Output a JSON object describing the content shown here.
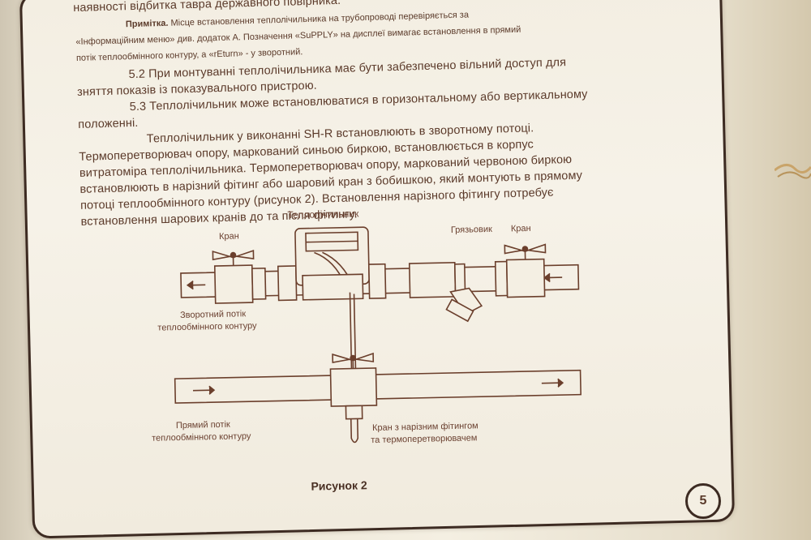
{
  "text": {
    "line1": "наявності відбитка тавра державного повірника.",
    "note_label": "Примітка.",
    "note_line1": "Місце встановлення теплолічильника на трубопроводі перевіряється за",
    "note_line2": "«Інформаційним меню» див. додаток А. Позначення «SuPPLY» на дисплеї вимагає встановлення в прямий",
    "note_line3": "потік теплообмінного контуру, а «rEturn» - у зворотний.",
    "p52_line1": "5.2  При монтуванні теплолічильника має бути забезпечено вільний доступ для",
    "p52_line2": "зняття показів із показувального пристрою.",
    "p53_line1": "5.3  Теплолічильник може встановлюватися в горизонтальному або вертикальному",
    "p53_line2": "положенні.",
    "body_line1": "Теплолічильник у виконанні SH-R встановлюють в зворотному потоці.",
    "body_line2": "Термоперетворювач опору, маркований синьою биркою, встановлюється в корпус",
    "body_line3": "витратоміра теплолічильника. Термоперетворювач опору, маркований червоною биркою",
    "body_line4": "встановлюють в нарізний фітинг або шаровий кран з бобишкою, який монтують в прямому",
    "body_line5": "потоці теплообмінного контуру (рисунок 2). Встановлення нарізного фітингу потребує",
    "body_line6": "встановлення шарових кранів до та після фітингу."
  },
  "figure": {
    "label_meter": "Теплолічильник",
    "label_valve_left": "Кран",
    "label_strainer": "Грязьовик",
    "label_valve_right": "Кран",
    "label_return_1": "Зворотний потік",
    "label_return_2": "теплообмінного контуру",
    "label_supply_1": "Прямий потік",
    "label_supply_2": "теплообмінного контуру",
    "label_fitting_1": "Кран з нарізним фітингом",
    "label_fitting_2": "та термоперетворювачем",
    "caption": "Рисунок 2"
  },
  "page_number": "5",
  "colors": {
    "ink": "#5b3a2a",
    "border": "#3d2b22",
    "paper": "#f3eee2"
  }
}
